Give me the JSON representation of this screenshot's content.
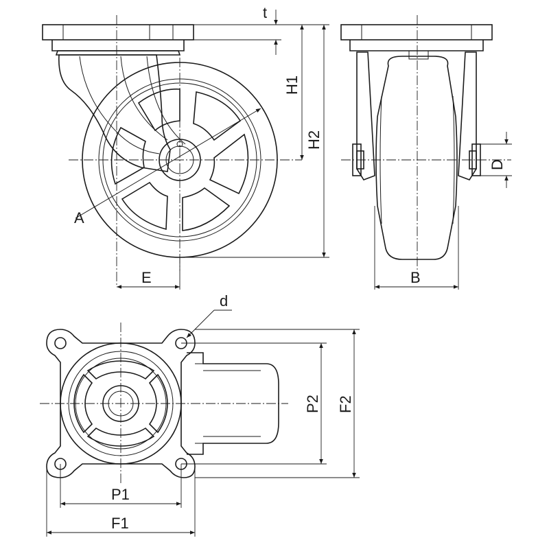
{
  "labels": {
    "t": "t",
    "H1": "H1",
    "H2": "H2",
    "A": "A",
    "E": "E",
    "B": "B",
    "D": "D",
    "d": "d",
    "P1": "P1",
    "P2": "P2",
    "F1": "F1",
    "F2": "F2"
  },
  "colors": {
    "line": "#1a1a1a",
    "background": "#ffffff"
  }
}
